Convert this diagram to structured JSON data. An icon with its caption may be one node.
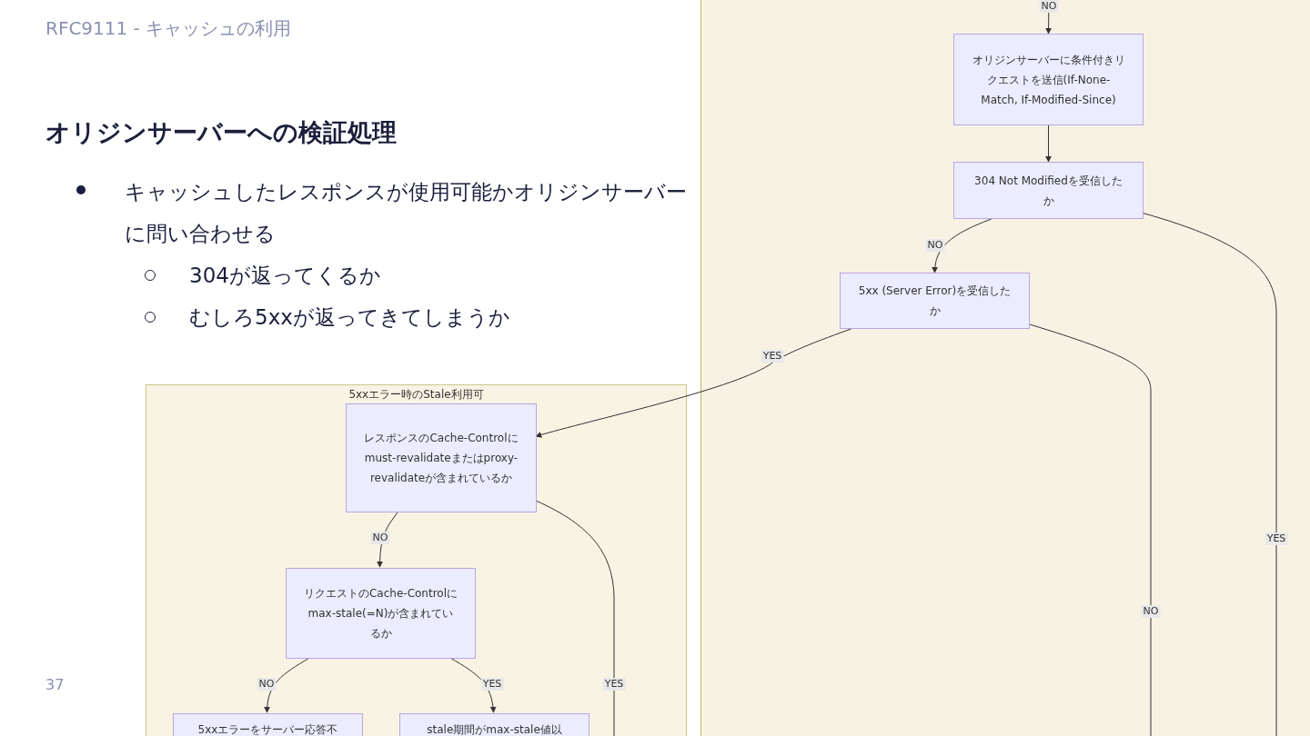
{
  "diagram": {
    "title": "オリジンサーバーへの検証処理",
    "nodes": [
      {
        "text": [
          "オリジンサーバーに条件付きリクエストを送信(If-None-Match, If-Modified-Since)"
        ]
      },
      {
        "text": [
          "304 Not Modifiedを受信したか"
        ]
      },
      {
        "text": [
          "5xx (Server Error)を受信したか"
        ]
      },
      {
        "text": [
          "5xxエラー時のStale利用可"
        ]
      },
      {
        "text": [
          "レスポンスのCache-Controlにmust-revalidateまたはproxy-revalidateが含まれているか"
        ],
        "in": 3
      },
      {
        "text": [
          "リクエストのCache-Controlにmax-stale(=N)が含まれているか"
        ],
        "in": 3
      },
      {
        "text": [
          "5xxエラーをサーバー応答不"
        ],
        "in": 3
      },
      {
        "text": [
          "stale期間がmax-stale値以"
        ],
        "in": 3
      }
    ],
    "edges": [
      {
        "from": null,
        "to": 0,
        "arrow": "to",
        "label": "NO"
      },
      {
        "from": 0,
        "to": 1,
        "arrow": "to"
      },
      {
        "from": 1,
        "to": 2,
        "arrow": "to",
        "label": "NO"
      },
      {
        "from": 1,
        "to": null,
        "arrow": "none",
        "label": "YES"
      },
      {
        "from": 2,
        "to": 4,
        "arrow": "to",
        "label": "YES"
      },
      {
        "from": 2,
        "to": null,
        "arrow": "none",
        "label": "NO"
      },
      {
        "from": 4,
        "to": 5,
        "arrow": "to",
        "label": "NO"
      },
      {
        "from": 4,
        "to": null,
        "arrow": "none",
        "label": "YES"
      },
      {
        "from": 5,
        "to": 6,
        "arrow": "to",
        "label": "NO"
      },
      {
        "from": 5,
        "to": 7,
        "arrow": "to",
        "label": "YES"
      }
    ],
    "labels": [
      "RFC9111 - キャッシュの利用",
      "キャッシュしたレスポンスが使用可能かオリジンサーバーに問い合わせる",
      "304が返ってくるか",
      "むしろ5xxが返ってきてしまうか",
      "37"
    ]
  }
}
